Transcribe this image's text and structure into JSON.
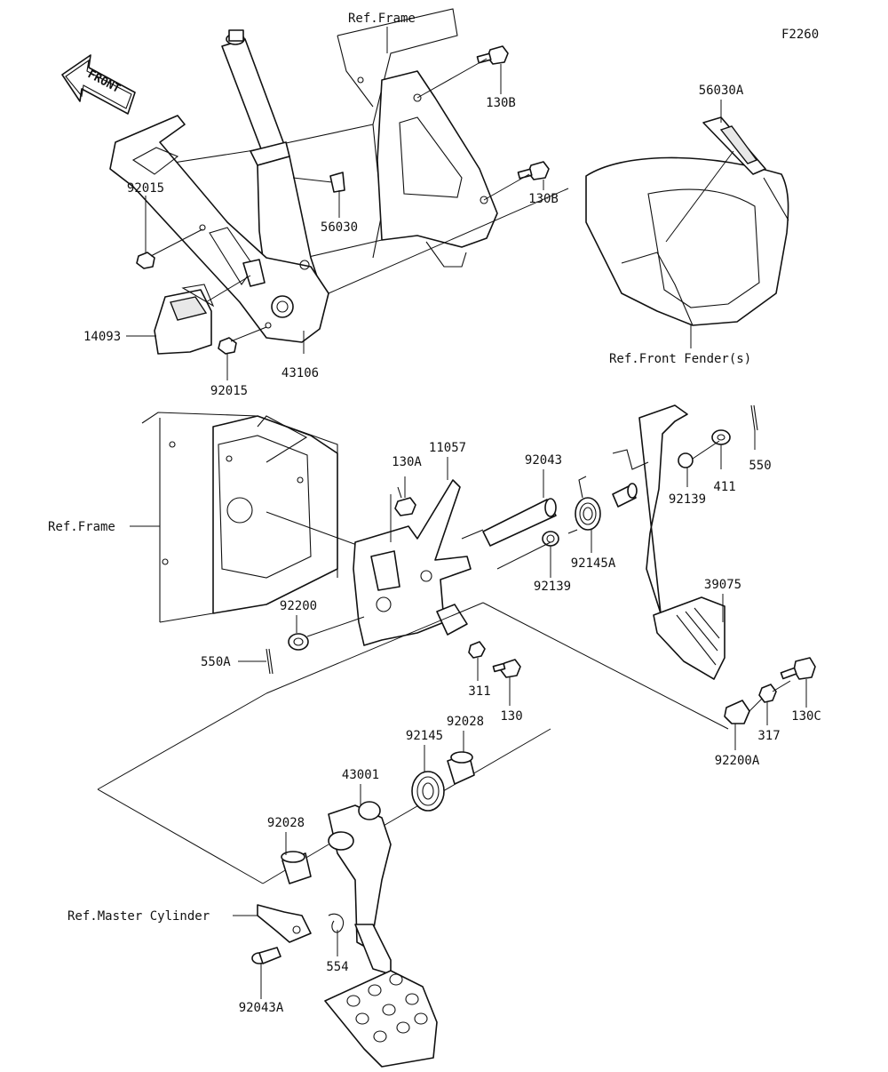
{
  "diagram_code": "F2260",
  "front_arrow_label": "FRONT",
  "labels": {
    "ref_frame_top": "Ref.Frame",
    "p130B_a": "130B",
    "p130B_b": "130B",
    "p56030A": "56030A",
    "p92015_a": "92015",
    "p56030": "56030",
    "p14093": "14093",
    "p92015_b": "92015",
    "p43106": "43106",
    "ref_front_fender": "Ref.Front Fender(s)",
    "p11057": "11057",
    "p130A": "130A",
    "p92043": "92043",
    "ref_frame_mid": "Ref.Frame",
    "p92139_a": "92139",
    "p411": "411",
    "p550": "550",
    "p92145A": "92145A",
    "p92139_b": "92139",
    "p39075": "39075",
    "p92200": "92200",
    "p550A": "550A",
    "p311": "311",
    "p130": "130",
    "p92028_a": "92028",
    "p92145": "92145",
    "p130C": "130C",
    "p317": "317",
    "p92200A": "92200A",
    "p43001": "43001",
    "p92028_b": "92028",
    "ref_master_cylinder": "Ref.Master Cylinder",
    "p554": "554",
    "p92043A": "92043A"
  }
}
